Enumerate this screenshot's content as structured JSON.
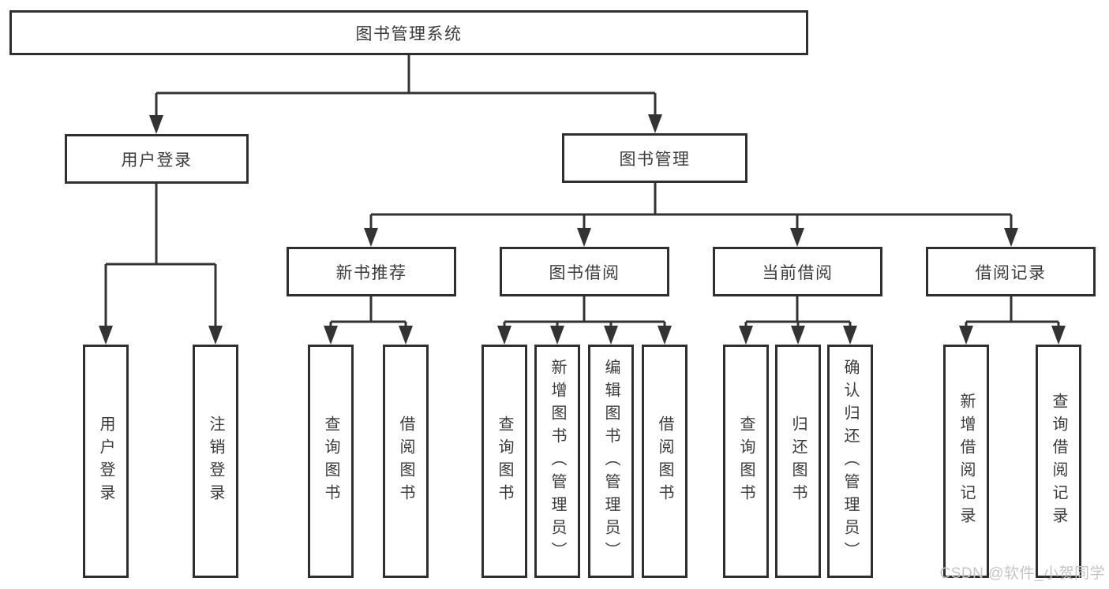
{
  "diagram": {
    "type": "hierarchy-tree",
    "colors": {
      "background": "#ffffff",
      "line": "#333333",
      "box_border": "#2f2f2f",
      "text": "#3b3b3b",
      "watermark": "#c5c5c5"
    },
    "tree": {
      "label": "图书管理系统",
      "children": [
        {
          "label": "用户登录",
          "children": [
            {
              "label": "用户登录"
            },
            {
              "label": "注销登录"
            }
          ]
        },
        {
          "label": "图书管理",
          "children": [
            {
              "label": "新书推荐",
              "children": [
                {
                  "label": "查询图书"
                },
                {
                  "label": "借阅图书"
                }
              ]
            },
            {
              "label": "图书借阅",
              "children": [
                {
                  "label": "查询图书"
                },
                {
                  "label": "新增图书（管理员）"
                },
                {
                  "label": "编辑图书（管理员）"
                },
                {
                  "label": "借阅图书"
                }
              ]
            },
            {
              "label": "当前借阅",
              "children": [
                {
                  "label": "查询图书"
                },
                {
                  "label": "归还图书"
                },
                {
                  "label": "确认归还（管理员）"
                }
              ]
            },
            {
              "label": "借阅记录",
              "children": [
                {
                  "label": "新增借阅记录"
                },
                {
                  "label": "查询借阅记录"
                }
              ]
            }
          ]
        }
      ]
    }
  },
  "watermark": {
    "text": "CSDN @软件_小贺同学"
  }
}
